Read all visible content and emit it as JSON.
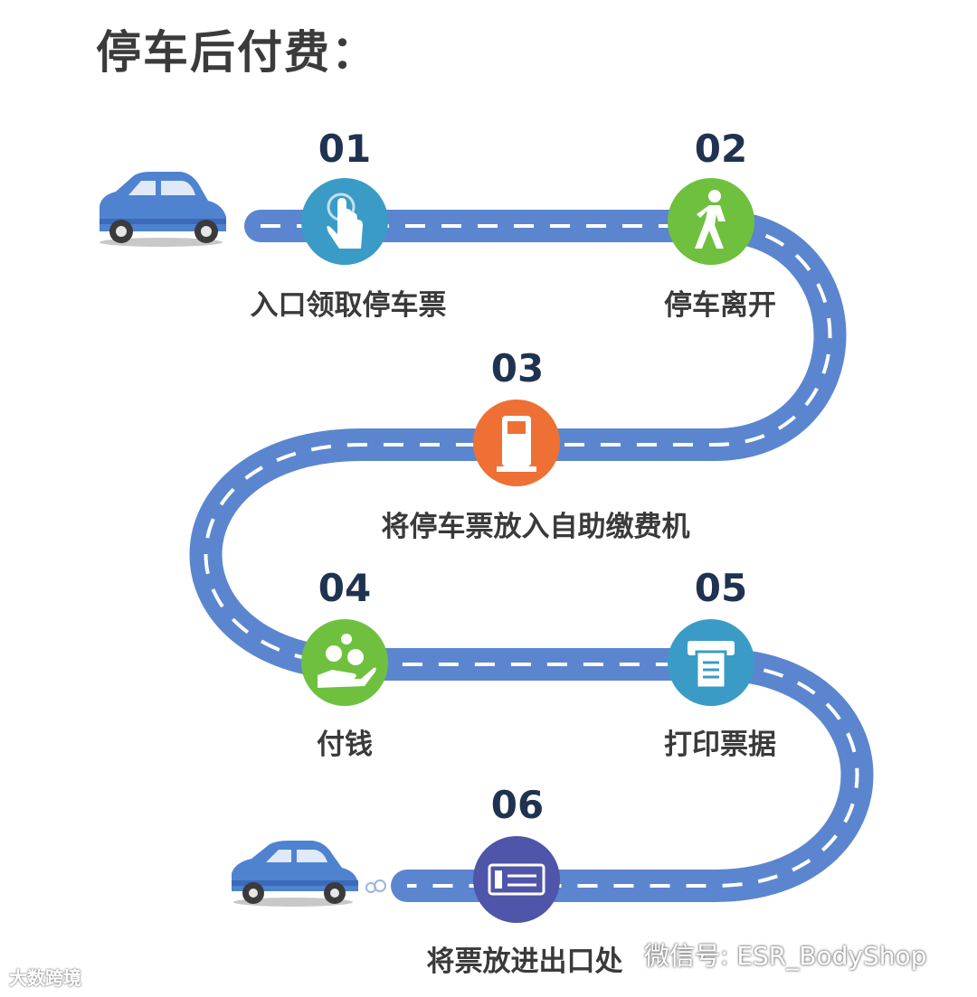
{
  "title": "停车后付费：",
  "steps": [
    {
      "num": "01",
      "label": "入口领取停车票",
      "icon": "hand-pointer-icon",
      "color": "#3a9cc6"
    },
    {
      "num": "02",
      "label": "停车离开",
      "icon": "walking-person-icon",
      "color": "#6fc03f"
    },
    {
      "num": "03",
      "label": "将停车票放入自助缴费机",
      "icon": "ticket-machine-icon",
      "color": "#ee7034"
    },
    {
      "num": "04",
      "label": "付钱",
      "icon": "money-hand-icon",
      "color": "#6fc03f"
    },
    {
      "num": "05",
      "label": "打印票据",
      "icon": "receipt-printer-icon",
      "color": "#3a9cc6"
    },
    {
      "num": "06",
      "label": "将票放进出口处",
      "icon": "ticket-icon",
      "color": "#4f55a8"
    }
  ],
  "watermark": "微信号: ESR_BodyShop",
  "brand": "大数跨境",
  "colors": {
    "road": "#5b86cf",
    "road_dash": "#ffffff",
    "car": "#4f83cf"
  }
}
